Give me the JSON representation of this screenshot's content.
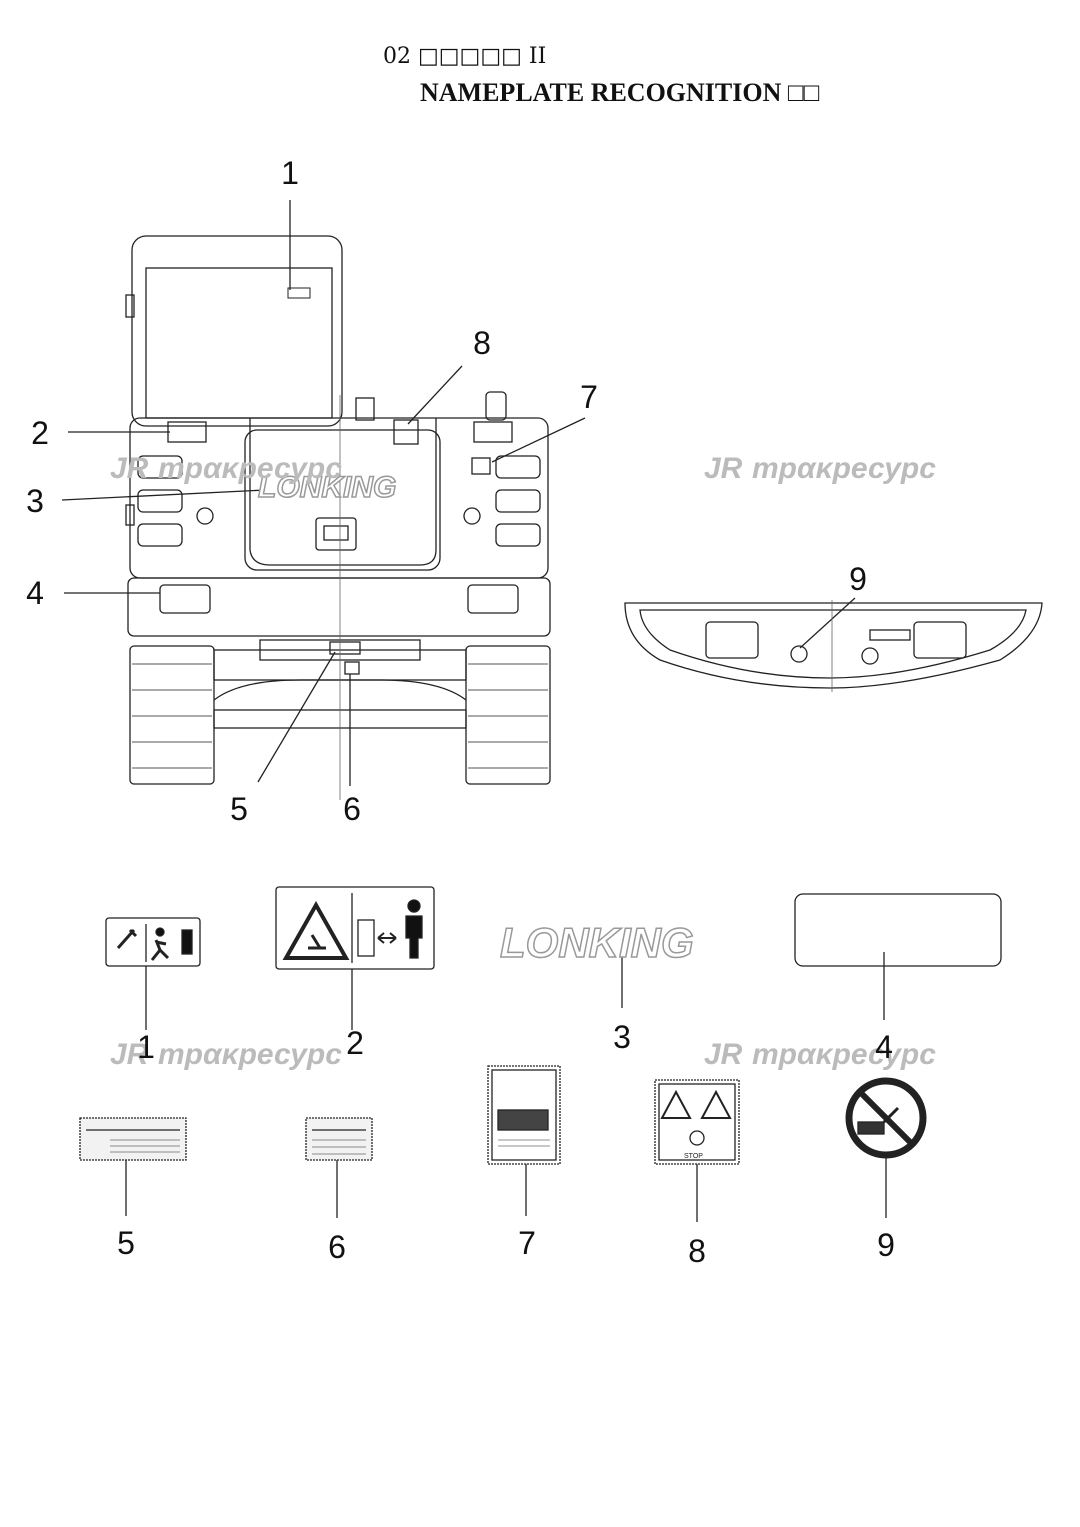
{
  "header": {
    "line1": "02 □□□□□ II",
    "line2": "NAMEPLATE RECOGNITION □□"
  },
  "watermark": "трακресурс",
  "watermark_logo": "JR",
  "brand": "LONKING",
  "callouts_top": [
    "1",
    "2",
    "3",
    "4",
    "5",
    "6",
    "7",
    "8",
    "9"
  ],
  "callouts_parts": [
    "1",
    "2",
    "3",
    "4",
    "5",
    "6",
    "7",
    "8",
    "9"
  ],
  "decal_texts": {
    "stop": "STOP"
  }
}
